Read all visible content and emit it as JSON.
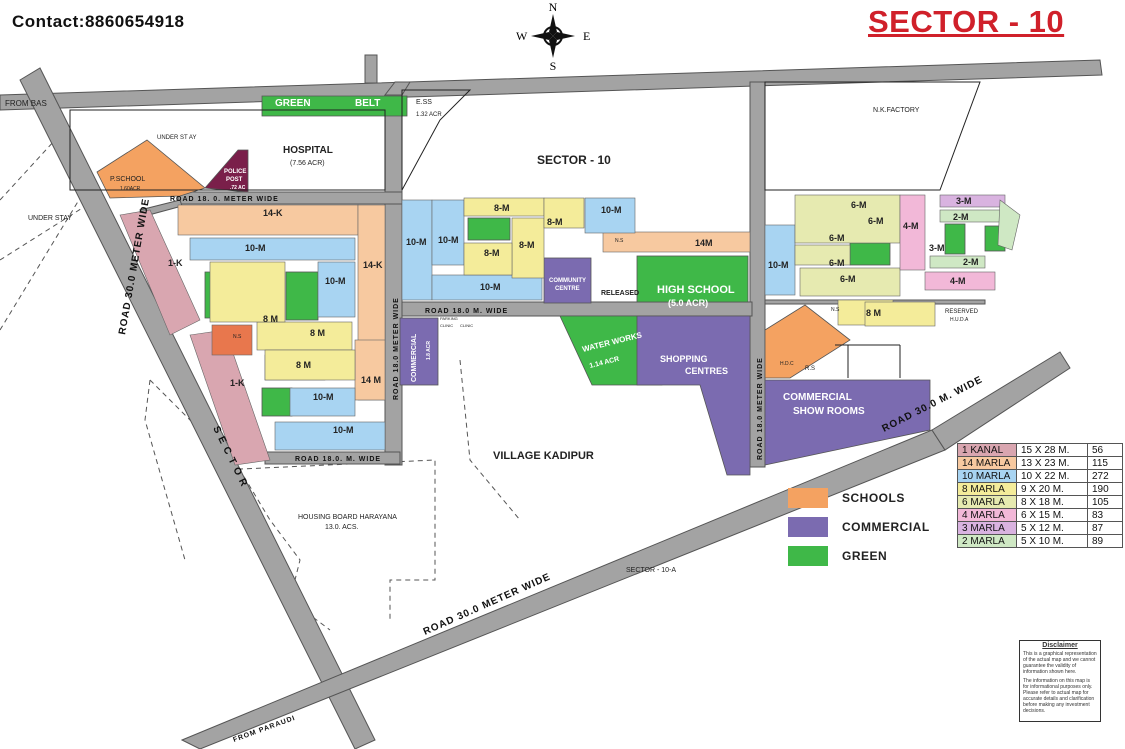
{
  "contact": "Contact:8860654918",
  "title": "SECTOR - 10",
  "compass": {
    "n": "N",
    "s": "S",
    "e": "E",
    "w": "W"
  },
  "map_labels": {
    "from_bas": "FROM BAS",
    "green_belt_1": "GREEN",
    "green_belt_2": "BELT",
    "ess": "E.SS",
    "ess_area": "1.32 ACR",
    "nk_factory": "N.K.FACTORY",
    "under_stay_1": "UNDER ST AY",
    "under_stay_2": "UNDER STAY",
    "hospital": "HOSPITAL",
    "hospital_area": "(7.56 ACR)",
    "sector_center": "SECTOR - 10",
    "p_school": "P.SCHOOL",
    "p_school_area": "1.60ACR",
    "police_1": "POLICE",
    "police_2": "POST",
    "police_area": ".72 AC",
    "road_top": "ROAD   18. 0.   METER   WIDE",
    "road_18_mid": "ROAD    18.0    M.   WIDE",
    "road_18_bottom": "ROAD   18.0.   M.   WIDE",
    "road_18_vertical": "ROAD  18.0  METER  WIDE",
    "road_18_vertical_2": "ROAD  18.0  METER  WIDE",
    "road_30_west": "ROAD   30.0   METER   WIDE",
    "road_sector": "S E C T O R",
    "road_30_east": "ROAD    30.0    M.   WIDE",
    "road_30_south": "ROAD   30.0   METER   WIDE",
    "community_1": "COMMUNITY",
    "community_2": "CENTRE",
    "released": "RELEASED",
    "high_school_1": "HIGH SCHOOL",
    "high_school_2": "(5.0 ACR)",
    "water_works_1": "WATER WORKS",
    "water_works_2": "1.14 ACR",
    "shopping_1": "SHOPPING",
    "shopping_2": "CENTRES",
    "commercial_vert": "COMMERCIAL",
    "commercial_area": "1.8 ACR",
    "show_rooms_1": "COMMERCIAL",
    "show_rooms_2": "SHOW ROOMS",
    "village": "VILLAGE KADIPUR",
    "housing_1": "HOUSING BOARD HARAYANA",
    "housing_2": "13.0. ACS.",
    "sector_10a": "SECTOR - 10-A",
    "from_paraudi": "FROM PARAUDI",
    "reserved_1": "RESERVED",
    "reserved_2": "H.U.D.A",
    "ns_1": "N.S",
    "ns_2": "N.S",
    "ns_3": "N.S",
    "rs": "R.S",
    "hidc": "H.D.C",
    "parking": "PARKING",
    "clinic_1": "CLINIC",
    "clinic_2": "CLINIC",
    "blocks": {
      "b14k_top": "14-K",
      "b14k_mid": "14-K",
      "b10m_a": "10-M",
      "b10m_b": "10-M",
      "b10m_c": "10-M",
      "b10m_d": "10-M",
      "b10m_e": "10-M",
      "b10m_f": "10-M",
      "b10m_g": "10-M",
      "b10m_h": "10-M",
      "b10m_i": "10-M",
      "b8m_a": "8-M",
      "b8m_b": "8-M",
      "b8m_c": "8-M",
      "b8m_d": "8-M",
      "b8m_e": "8 M",
      "b8m_f": "8 M",
      "b8m_g": "8 M",
      "b8m_h": "8 M",
      "b14m_a": "14M",
      "b14m_b": "14 M",
      "b1k_a": "1-K",
      "b1k_b": "1-K",
      "b6m_a": "6-M",
      "b6m_b": "6-M",
      "b6m_c": "6-M",
      "b6m_d": "6-M",
      "b6m_e": "6-M",
      "b3m_a": "3-M",
      "b3m_b": "3-M",
      "b2m_a": "2-M",
      "b2m_b": "2-M",
      "b4m_a": "4-M",
      "b4m_b": "4-M"
    }
  },
  "legend": [
    {
      "label": "SCHOOLS",
      "color": "#f4a261"
    },
    {
      "label": "COMMERCIAL",
      "color": "#7b6bb0"
    },
    {
      "label": "GREEN",
      "color": "#3fb848"
    }
  ],
  "plot_sizes": [
    {
      "type": "1 KANAL",
      "size": "15 X 28 M.",
      "count": "56",
      "color": "#d9a6b0"
    },
    {
      "type": "14 MARLA",
      "size": "13 X 23 M.",
      "count": "115",
      "color": "#f7c9a0"
    },
    {
      "type": "10 MARLA",
      "size": "10 X 22 M.",
      "count": "272",
      "color": "#a8d4f2"
    },
    {
      "type": "8 MARLA",
      "size": "9 X 20 M.",
      "count": "190",
      "color": "#f4ec9a"
    },
    {
      "type": "6 MARLA",
      "size": "8 X 18 M.",
      "count": "105",
      "color": "#e6eab0"
    },
    {
      "type": "4 MARLA",
      "size": "6 X 15 M.",
      "count": "83",
      "color": "#f2b8d8"
    },
    {
      "type": "3 MARLA",
      "size": "5 X 12 M.",
      "count": "87",
      "color": "#d9b3e0"
    },
    {
      "type": "2 MARLA",
      "size": "5 X 10 M.",
      "count": "89",
      "color": "#cfe8c4"
    }
  ],
  "disclaimer": {
    "heading": "Disclaimer",
    "p1": "This is a graphical representation of the actual map and we cannot guarantee the validity of information shown here.",
    "p2": "The information on this map is for informational purposes only. Please refer to actual map for accurate details and clarification before making any investment decisions."
  },
  "colors": {
    "road": "#a3a3a3",
    "school": "#f4a261",
    "commercial": "#7b6bb0",
    "green": "#3fb848",
    "police": "#7a1f4a",
    "title": "#d0202a"
  }
}
